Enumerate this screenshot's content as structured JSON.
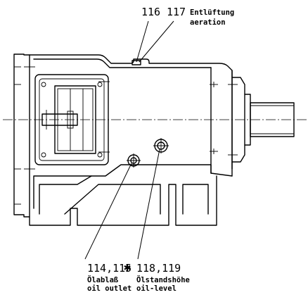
{
  "callouts": {
    "vent_number": "116",
    "vent_cap_number": "117",
    "vent_label_de": "Entlüftung",
    "vent_label_en": "aeration",
    "drain_number": "114,115",
    "drain_marker": "✱",
    "drain_label_de": "Ölablaß",
    "drain_label_en": "oil outlet",
    "level_number": "118,119",
    "level_label_de": "Ölstandshöhe",
    "level_label_en": "oil-level"
  }
}
